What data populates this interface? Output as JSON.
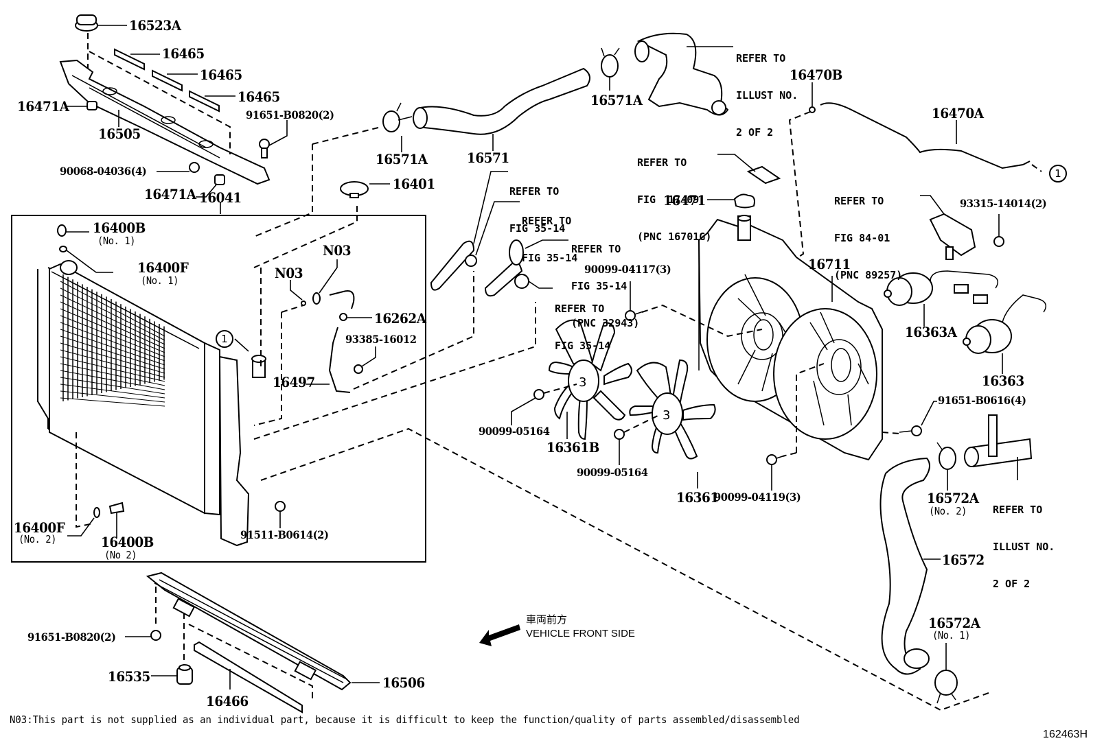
{
  "figure": {
    "id": "162463H",
    "note": "N03:This part is not supplied as an individual part, because it is difficult to keep the function/quality of parts assembled/disassembled",
    "direction": {
      "jp": "車両前方",
      "en": "VEHICLE FRONT SIDE",
      "icon": "arrow-left-down-icon"
    },
    "connector_marker": "1"
  },
  "parts": {
    "p16523A": "16523A",
    "p16465a": "16465",
    "p16465b": "16465",
    "p16465c": "16465",
    "p16471A_top": "16471A",
    "p16505": "16505",
    "p91651_B0820_top": "91651-B0820(2)",
    "p90068_04036": "90068-04036(4)",
    "p16471A_bot": "16471A",
    "p16041": "16041",
    "p16571A_left": "16571A",
    "p16571": "16571",
    "p16571A_right": "16571A",
    "p16401": "16401",
    "p16400B_1": "16400B",
    "p16400B_1_sub": "(No. 1)",
    "p16400F_1": "16400F",
    "p16400F_1_sub": "(No. 1)",
    "pN03a": "N03",
    "pN03b": "N03",
    "p16262A": "16262A",
    "p93385_16012": "93385-16012",
    "p16497": "16497",
    "p16400F_2": "16400F",
    "p16400F_2_sub": "(No. 2)",
    "p16400B_2": "16400B",
    "p16400B_2_sub": "(No 2)",
    "p91511_B0614": "91511-B0614(2)",
    "p16470B": "16470B",
    "p16470A": "16470A",
    "p16471": "16471",
    "p93315_14014": "93315-14014(2)",
    "p16711": "16711",
    "p90099_04117": "90099-04117(3)",
    "p16363A": "16363A",
    "p16363": "16363",
    "p90099_05164a": "90099-05164",
    "p16361B": "16361B",
    "p90099_05164b": "90099-05164",
    "p16361": "16361",
    "p90099_04119": "90099-04119(3)",
    "p91651_B0616": "91651-B0616(4)",
    "p16572A_2": "16572A",
    "p16572A_2_sub": "(No. 2)",
    "p16572": "16572",
    "p16572A_1": "16572A",
    "p16572A_1_sub": "(No. 1)",
    "p91651_B0820_bot": "91651-B0820(2)",
    "p16535": "16535",
    "p16466": "16466",
    "p16506": "16506"
  },
  "references": {
    "illust_top": [
      "REFER TO",
      "ILLUST NO.",
      "2 OF 2"
    ],
    "fig1709": [
      "REFER TO",
      "FIG  17-09",
      "(PNC 16701G)"
    ],
    "fig3514_a": [
      "REFER TO",
      "FIG 35-14"
    ],
    "fig3514_b": [
      "REFER TO",
      "FIG 35-14"
    ],
    "fig3514_c": [
      "REFER TO",
      "FIG 35-14",
      "(PNC 32943)"
    ],
    "fig3514_d": [
      "REFER TO",
      "FIG 35-14"
    ],
    "fig8401": [
      "REFER TO",
      "FIG 84-01",
      "(PNC 89257)"
    ],
    "illust_bottom": [
      "REFER TO",
      "ILLUST NO.",
      "2 OF 2"
    ]
  }
}
